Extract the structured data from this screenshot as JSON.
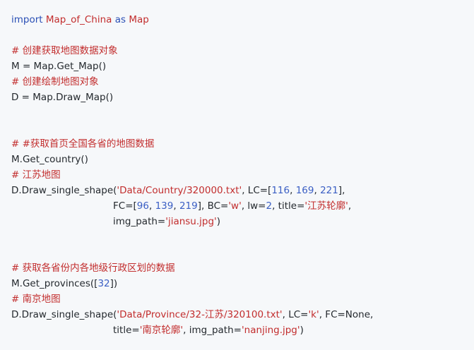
{
  "code": {
    "l1": {
      "kw_import": "import",
      "module": "Map_of_China",
      "kw_as": "as",
      "alias": "Map"
    },
    "l2": {
      "comment": "# 创建获取地图数据对象"
    },
    "l3": {
      "text": "M = Map.Get_Map()"
    },
    "l4": {
      "comment": "# 创建绘制地图对象"
    },
    "l5": {
      "text": "D = Map.Draw_Map()"
    },
    "l6": {
      "comment": "# #获取首页全国各省的地图数据"
    },
    "l7": {
      "text": "M.Get_country()"
    },
    "l8": {
      "comment": "# 江苏地图"
    },
    "l9": {
      "p1": "D.Draw_single_shape(",
      "s1": "'Data/Country/320000.txt'",
      "p2": ", LC=[",
      "n1": "116",
      "p3": ", ",
      "n2": "169",
      "p4": ", ",
      "n3": "221",
      "p5": "],"
    },
    "l10": {
      "p1": "FC=[",
      "n1": "96",
      "p2": ", ",
      "n2": "139",
      "p3": ", ",
      "n3": "219",
      "p4": "], BC=",
      "s1": "'w'",
      "p5": ", lw=",
      "n4": "2",
      "p6": ", title=",
      "s2": "'江苏轮廓'",
      "p7": ","
    },
    "l11": {
      "p1": "img_path=",
      "s1": "'jiansu.jpg'",
      "p2": ")"
    },
    "l12": {
      "comment": "# 获取各省份内各地级行政区划的数据"
    },
    "l13": {
      "p1": "M.Get_provinces([",
      "n1": "32",
      "p2": "])"
    },
    "l14": {
      "comment": "# 南京地图"
    },
    "l15": {
      "p1": "D.Draw_single_shape(",
      "s1": "'Data/Province/32-江苏/320100.txt'",
      "p2": ", LC=",
      "s2": "'k'",
      "p3": ", FC=None,"
    },
    "l16": {
      "p1": "title=",
      "s1": "'南京轮廓'",
      "p2": ", img_path=",
      "s2": "'nanjing.jpg'",
      "p3": ")"
    }
  },
  "colors": {
    "background": "#f6f8fa",
    "keyword": "#2a4fb5",
    "comment_string": "#c22d2d",
    "number": "#3b5fc4",
    "text": "#24292e"
  }
}
